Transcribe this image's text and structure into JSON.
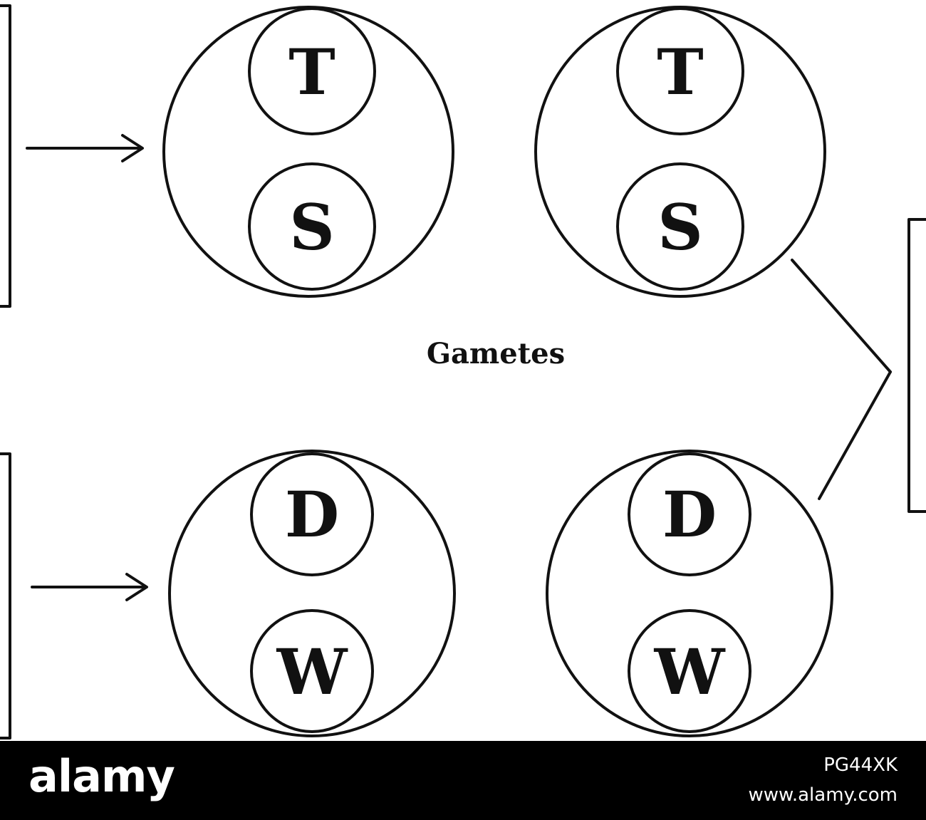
{
  "diagram": {
    "caption": "Gametes",
    "gametes": [
      {
        "top_allele": "T",
        "bottom_allele": "S"
      },
      {
        "top_allele": "T",
        "bottom_allele": "S"
      },
      {
        "top_allele": "D",
        "bottom_allele": "W"
      },
      {
        "top_allele": "D",
        "bottom_allele": "W"
      }
    ]
  },
  "watermark": {
    "brand": "alamy",
    "image_id": "PG44XK",
    "url": "www.alamy.com"
  }
}
